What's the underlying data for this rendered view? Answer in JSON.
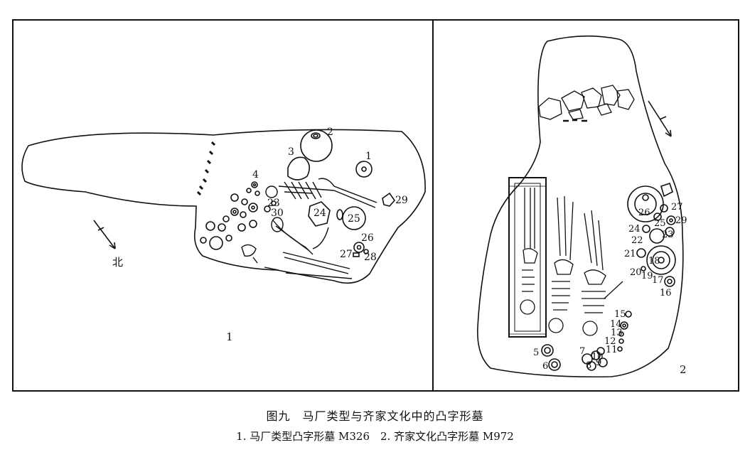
{
  "panels": [
    {
      "label": "1",
      "north_label": "北",
      "item_numbers": [
        "1",
        "2",
        "3",
        "4",
        "23",
        "24",
        "25",
        "26",
        "27",
        "28",
        "29",
        "30"
      ]
    },
    {
      "label": "2",
      "item_numbers": [
        "5",
        "6",
        "7",
        "8",
        "9",
        "10",
        "11",
        "12",
        "13",
        "14",
        "15",
        "16",
        "17",
        "18",
        "19",
        "20",
        "21",
        "22",
        "23",
        "24",
        "25",
        "26",
        "27",
        "29"
      ]
    }
  ],
  "caption": {
    "line1": "图九　马厂类型与齐家文化中的凸字形墓",
    "line2": "1. 马厂类型凸字形墓 M326　2. 齐家文化凸字形墓 M972"
  }
}
